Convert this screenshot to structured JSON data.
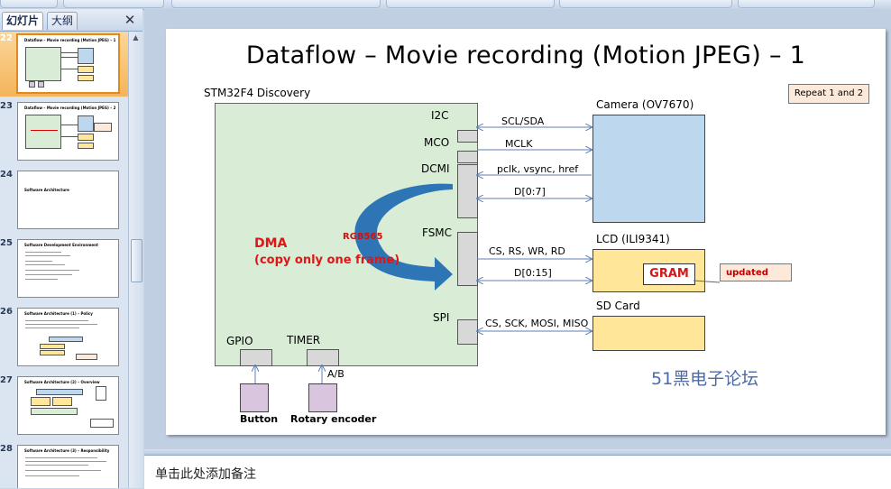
{
  "left_pane": {
    "tabs": [
      {
        "label": "幻灯片",
        "active": true
      },
      {
        "label": "大纲",
        "active": false
      }
    ],
    "close_glyph": "✕",
    "thumbnails": [
      {
        "number": "22",
        "title": "Dataflow – Movie recording (Motion JPEG) – 1",
        "selected": true
      },
      {
        "number": "23",
        "title": "Dataflow – Movie recording (Motion JPEG) – 2",
        "selected": false
      },
      {
        "number": "24",
        "title": "Software Architecture",
        "selected": false
      },
      {
        "number": "25",
        "title": "Software Development Environment",
        "selected": false
      },
      {
        "number": "26",
        "title": "Software Architecture (1) – Policy",
        "selected": false
      },
      {
        "number": "27",
        "title": "Software Architecture (2) – Overview",
        "selected": false
      },
      {
        "number": "28",
        "title": "Software Architecture (3) – Responsibility",
        "selected": false
      }
    ]
  },
  "slide": {
    "title": "Dataflow – Movie recording (Motion JPEG) – 1",
    "board_label": "STM32F4 Discovery",
    "ports": {
      "i2c": "I2C",
      "mco": "MCO",
      "dcmi": "DCMI",
      "fsmc": "FSMC",
      "spi": "SPI",
      "gpio": "GPIO",
      "timer": "TIMER"
    },
    "signals": {
      "scl_sda": "SCL/SDA",
      "mclk": "MCLK",
      "pclk": "pclk, vsync, href",
      "d07": "D[0:7]",
      "cs_rs": "CS, RS, WR, RD",
      "d015": "D[0:15]",
      "spi_sig": "CS, SCK, MOSI, MISO",
      "ab": "A/B"
    },
    "devices": {
      "camera": "Camera (OV7670)",
      "lcd": "LCD (ILI9341)",
      "sdcard": "SD Card",
      "gram": "GRAM",
      "updated": "updated",
      "button": "Button",
      "rotary": "Rotary encoder"
    },
    "repeat_badge": "Repeat 1 and 2",
    "dma": "DMA",
    "dma_sub": "(copy only one frame)",
    "rgb": "RGB565",
    "watermark": "51黑电子论坛",
    "colors": {
      "board": "#d8ecd6",
      "camera": "#bdd7ee",
      "lcd": "#ffe699",
      "arrow": "#2e75b6",
      "dma_text": "#e01515"
    }
  },
  "notes": {
    "placeholder": "单击此处添加备注"
  }
}
